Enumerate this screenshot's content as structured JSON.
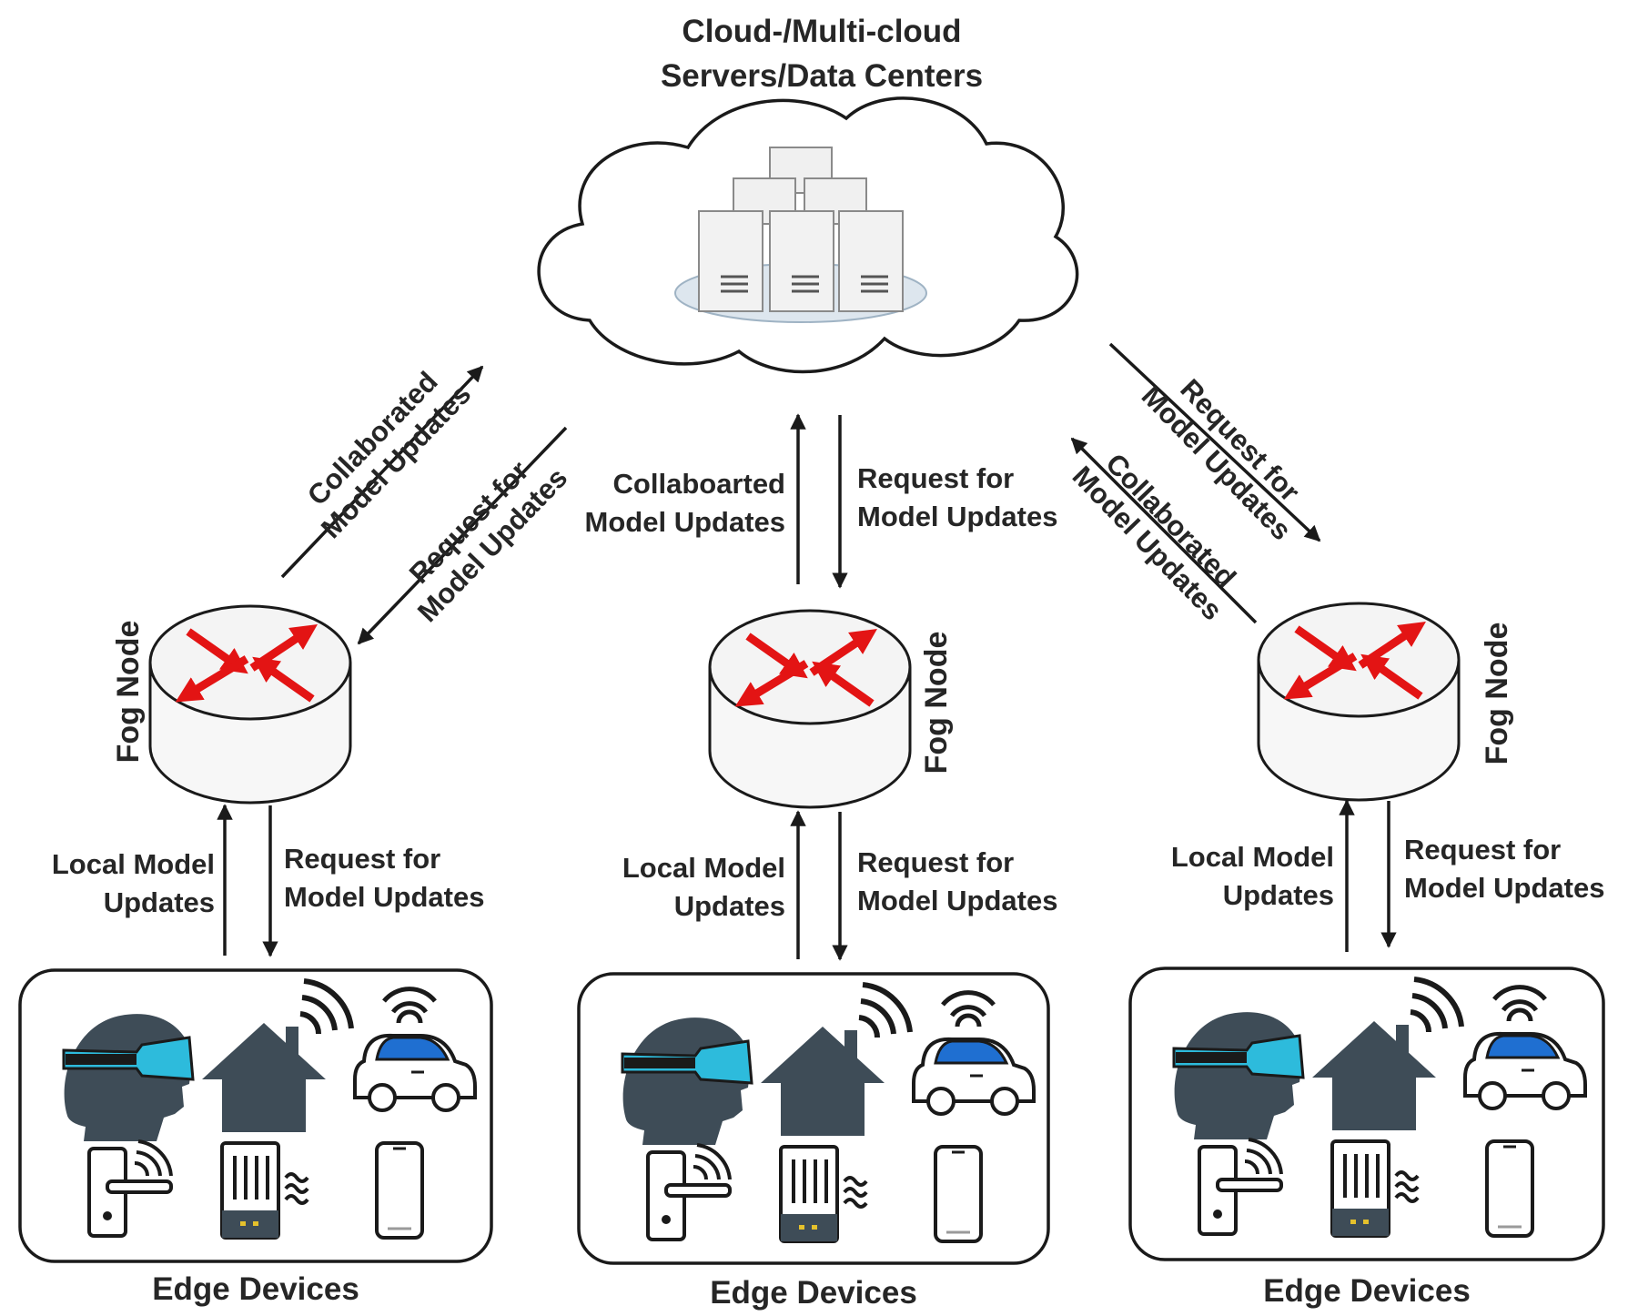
{
  "cloud": {
    "title_line1": "Cloud-/Multi-cloud",
    "title_line2": "Servers/Data Centers"
  },
  "upper_links": {
    "left_up_line1": "Collaborated",
    "left_up_line2": "Model Updates",
    "left_down_line1": "Request for",
    "left_down_line2": "Model Updates",
    "center_up_line1": "Collaboarted",
    "center_up_line2": "Model Updates",
    "center_down_line1": "Request for",
    "center_down_line2": "Model Updates",
    "right_down_line1": "Request for",
    "right_down_line2": "Model Updates",
    "right_up_line1": "Collaborated",
    "right_up_line2": "Model Updates"
  },
  "fog_nodes": [
    {
      "label": "Fog Node"
    },
    {
      "label": "Fog Node"
    },
    {
      "label": "Fog Node"
    }
  ],
  "lower_links": [
    {
      "up_line1": "Local Model",
      "up_line2": "Updates",
      "down_line1": "Request for",
      "down_line2": "Model Updates"
    },
    {
      "up_line1": "Local Model",
      "up_line2": "Updates",
      "down_line1": "Request for",
      "down_line2": "Model Updates"
    },
    {
      "up_line1": "Local Model",
      "up_line2": "Updates",
      "down_line1": "Request for",
      "down_line2": "Model Updates"
    }
  ],
  "edge_groups": [
    {
      "label": "Edge Devices"
    },
    {
      "label": "Edge Devices"
    },
    {
      "label": "Edge Devices"
    }
  ],
  "device_icons": [
    "vr-headset-icon",
    "smart-home-icon",
    "connected-car-icon",
    "smart-lock-icon",
    "smart-meter-icon",
    "smartphone-icon"
  ],
  "colors": {
    "arrow_red": "#e31414",
    "icon_dark": "#3e4c57",
    "visor_cyan": "#29b6d8",
    "car_blue": "#1f6fd1"
  }
}
